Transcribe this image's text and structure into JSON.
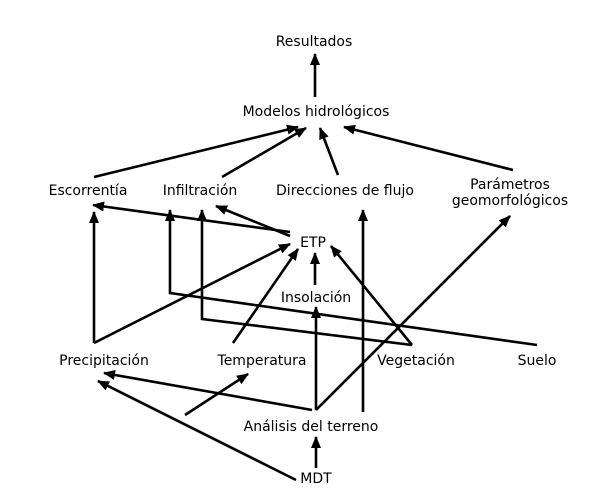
{
  "nodes": {
    "resultados": "Resultados",
    "modelos": "Modelos hidrológicos",
    "escorrentia": "Escorrentía",
    "infiltracion": "Infiltración",
    "direcciones": "Direcciones de flujo",
    "parametros_1": "Parámetros",
    "parametros_2": "geomorfológicos",
    "etp": "ETP",
    "insolacion": "Insolación",
    "precipitacion": "Precipitación",
    "temperatura": "Temperatura",
    "vegetacion": "Vegetación",
    "suelo": "Suelo",
    "analisis": "Análisis del terreno",
    "mdt": "MDT"
  }
}
